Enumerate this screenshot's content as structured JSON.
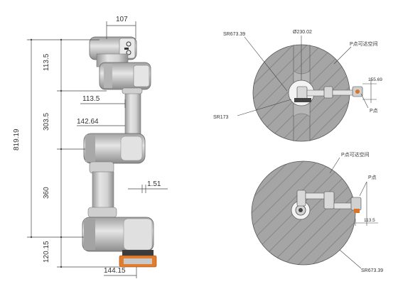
{
  "left_view": {
    "dims": {
      "top_width": "107",
      "overall_height": "819.19",
      "d_113_5_vertical": "113.5",
      "d_303_5": "303.5",
      "d_113_5_horizontal": "113.5",
      "d_142_64": "142.64",
      "d_360": "360",
      "d_1_51": "1.51",
      "d_120_15": "120.15",
      "base_width": "144.15"
    }
  },
  "top_right_view": {
    "labels": {
      "sr673": "SR673.39",
      "diameter": "Ø230.02",
      "reachable": "P点可达空间",
      "d155": "155.69",
      "p_point": "P点",
      "sr173": "SR173"
    }
  },
  "bottom_right_view": {
    "labels": {
      "reachable": "P点可达空间",
      "p_point": "P点",
      "d113": "113.5",
      "sr673": "SR673.39"
    }
  },
  "colors": {
    "robot_body": "#dcdcdc",
    "robot_dark": "#4a4a4a",
    "robot_orange": "#d9752a",
    "workspace_fill": "#9e9e9e",
    "line": "#444444"
  }
}
